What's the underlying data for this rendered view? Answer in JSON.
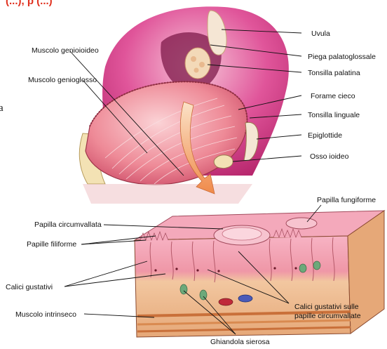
{
  "header_fragment": "(...), p (...)",
  "edge_letter": "a",
  "labels": {
    "uvula": "Uvula",
    "piega_palatoglossale": "Piega palatoglossale",
    "tonsilla_palatina": "Tonsilla palatina",
    "forame_cieco": "Forame cieco",
    "tonsilla_linguale": "Tonsilla linguale",
    "epiglottide": "Epiglottide",
    "osso_ioideo": "Osso ioideo",
    "muscolo_genioioideo": "Muscolo genioioideo",
    "muscolo_genioglosso": "Muscolo genioglosso",
    "papilla_fungiforme": "Papilla fungiforme",
    "papilla_circumvallata": "Papilla circumvallata",
    "papille_filiforme": "Papille filiforme",
    "calici_gustativi": "Calici gustativi",
    "muscolo_intrinseco": "Muscolo intrinseco",
    "calici_circumvallate_line1": "Calici gustativi sulle",
    "calici_circumvallate_line2": "papille circumvallate",
    "ghiandola_sierosa": "Ghiandola sierosa"
  },
  "colors": {
    "tongue": "#e8738a",
    "tongue_dark": "#c94562",
    "palate": "#d8408a",
    "mucosa": "#f6b4c4",
    "tissue": "#e9b98e",
    "gland": "#6ca97a",
    "bone": "#f3e2b4",
    "arrow": "#f0a070",
    "header_red": "#e0301e"
  }
}
